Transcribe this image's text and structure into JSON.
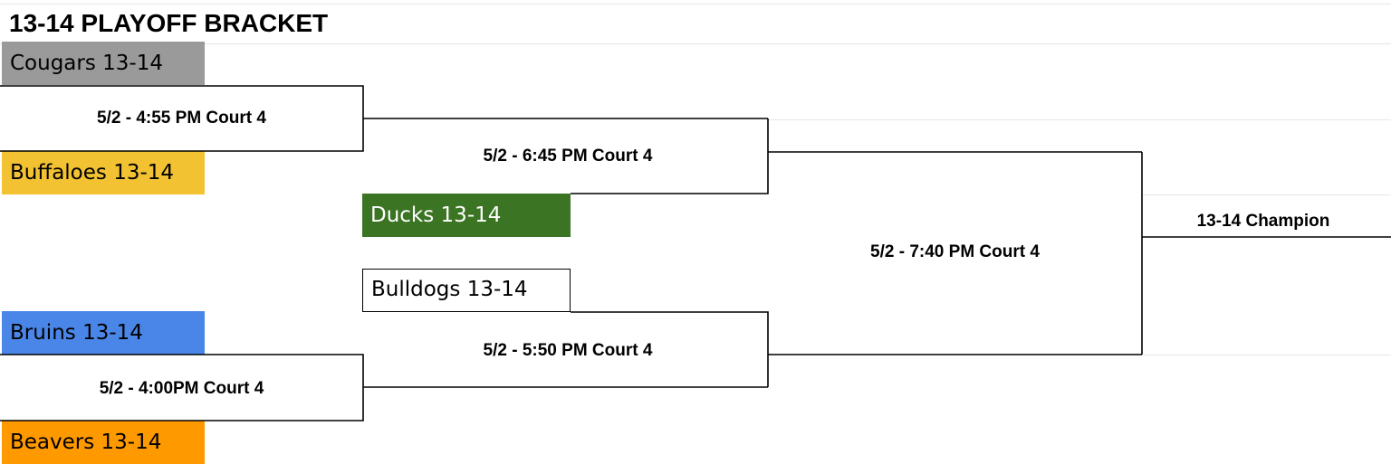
{
  "title": "13-14 PLAYOFF BRACKET",
  "colors": {
    "cougars": "#9a9a9a",
    "buffaloes": "#f2c232",
    "ducks": "#3b7423",
    "bulldogs": "#ffffff",
    "bruins": "#4a86e8",
    "beavers": "#ff9900"
  },
  "teams": {
    "cougars": "Cougars 13-14",
    "buffaloes": "Buffaloes 13-14",
    "ducks": "Ducks 13-14",
    "bulldogs": "Bulldogs 13-14",
    "bruins": "Bruins 13-14",
    "beavers": "Beavers 13-14"
  },
  "games": {
    "round1_top": "5/2 - 4:55 PM Court 4",
    "round1_bottom": "5/2 - 4:00PM Court 4",
    "semi_top": "5/2 - 6:45 PM Court 4",
    "semi_bottom": "5/2 - 5:50 PM Court 4",
    "final": "5/2 - 7:40 PM Court 4"
  },
  "champion": "13-14 Champion"
}
